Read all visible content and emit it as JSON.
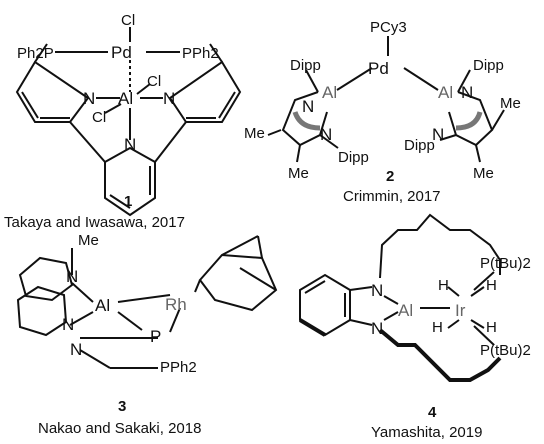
{
  "structures": [
    {
      "number": "1",
      "caption": "Takaya and Iwasawa, 2017",
      "atoms": {
        "pd": "Pd",
        "al": "Al",
        "cl_top": "Cl",
        "cl_right": "Cl",
        "cl_left": "Cl",
        "pph2_left": "Ph2P",
        "pph2_right": "PPh2",
        "n_left": "N",
        "n_right": "N",
        "n_bottom": "N"
      }
    },
    {
      "number": "2",
      "caption": "Crimmin, 2017",
      "atoms": {
        "pcy3": "PCy3",
        "pd": "Pd",
        "al_left": "Al",
        "al_right": "Al",
        "dipp_1": "Dipp",
        "dipp_2": "Dipp",
        "dipp_3": "Dipp",
        "dipp_4": "Dipp",
        "me_1": "Me",
        "me_2": "Me",
        "me_3": "Me",
        "me_4": "Me",
        "n_1": "N",
        "n_2": "N",
        "n_3": "N",
        "n_4": "N"
      }
    },
    {
      "number": "3",
      "caption": "Nakao and Sakaki, 2018",
      "atoms": {
        "me": "Me",
        "n_top": "N",
        "al": "Al",
        "rh": "Rh",
        "p": "P",
        "n_mid": "N",
        "n_bottom": "N",
        "pph2": "PPh2"
      }
    },
    {
      "number": "4",
      "caption": "Yamashita, 2019",
      "atoms": {
        "n_top": "N",
        "n_bottom": "N",
        "al": "Al",
        "ir": "Ir",
        "p_top": "P(tBu)2",
        "p_bottom": "P(tBu)2",
        "h_1": "H",
        "h_2": "H",
        "h_3": "H",
        "h_4": "H"
      }
    }
  ]
}
